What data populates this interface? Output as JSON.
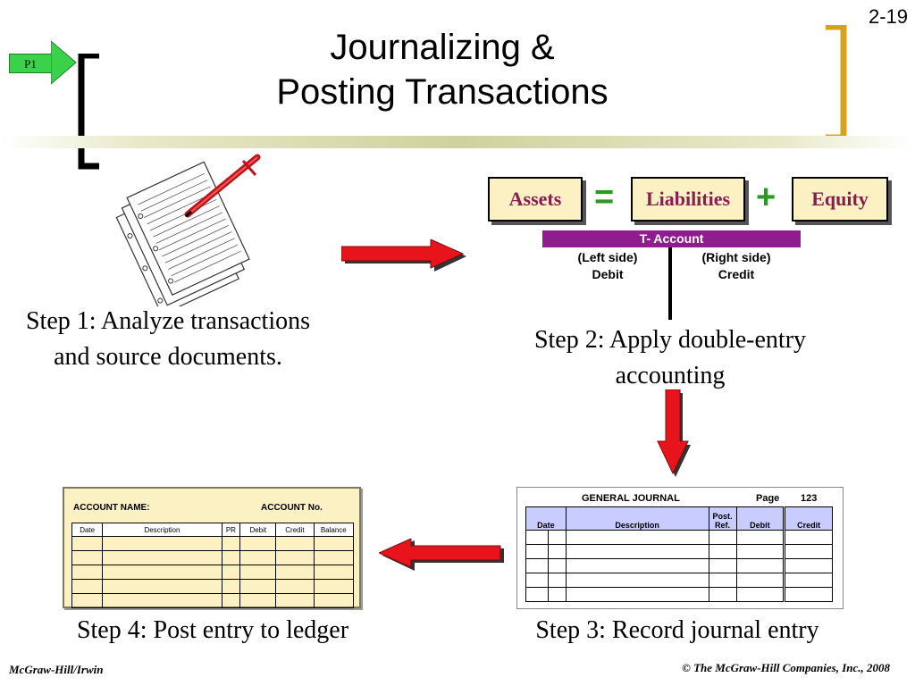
{
  "slide_number": "2-19",
  "badge": "P1",
  "title": {
    "line1": "Journalizing &",
    "line2": "Posting Transactions"
  },
  "equation": {
    "assets": "Assets",
    "equals": "=",
    "liabilities": "Liabilities",
    "plus": "+",
    "equity": "Equity"
  },
  "t_account": {
    "header": "T- Account",
    "left_side": "(Left side)",
    "left_label": "Debit",
    "right_side": "(Right side)",
    "right_label": "Credit"
  },
  "steps": {
    "step1": "Step 1: Analyze transactions and source documents.",
    "step2": "Step 2: Apply double-entry accounting",
    "step3": "Step 3: Record journal entry",
    "step4": "Step 4: Post entry to ledger"
  },
  "journal": {
    "title": "GENERAL JOURNAL",
    "page_label": "Page",
    "page_number": "123",
    "columns": [
      "Date",
      "Description",
      "Post. Ref.",
      "Debit",
      "Credit"
    ]
  },
  "ledger": {
    "account_name_label": "ACCOUNT NAME:",
    "account_no_label": "ACCOUNT No.",
    "columns": [
      "Date",
      "Description",
      "PR",
      "Debit",
      "Credit",
      "Balance"
    ]
  },
  "footer": {
    "left": "McGraw-Hill/Irwin",
    "right": "© The McGraw-Hill Companies, Inc., 2008"
  },
  "colors": {
    "equation_text": "#8b1c51",
    "operator": "#2a9a22",
    "t_account_header": "#8e1d8e",
    "arrow": "#e8141c",
    "bracket": "#d9a21c"
  },
  "icons": {
    "paper": "paper-stack-icon",
    "pen": "pen-icon"
  }
}
